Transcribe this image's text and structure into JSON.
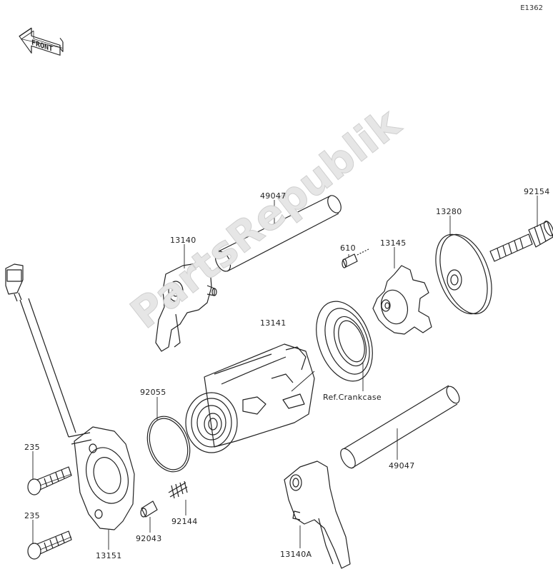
{
  "diagram_code": "E1362",
  "front_arrow_label": "FRONT",
  "watermark": "PartsRepublik",
  "labels": {
    "p49047_top": "49047",
    "p92154": "92154",
    "p13280": "13280",
    "p13140": "13140",
    "p610": "610",
    "p13145": "13145",
    "p13141": "13141",
    "p92055": "92055",
    "ref_crankcase": "Ref.Crankcase",
    "p49047_bottom": "49047",
    "p235_top": "235",
    "p235_bottom": "235",
    "p92144": "92144",
    "p92043": "92043",
    "p13151": "13151",
    "p13140a": "13140A"
  }
}
